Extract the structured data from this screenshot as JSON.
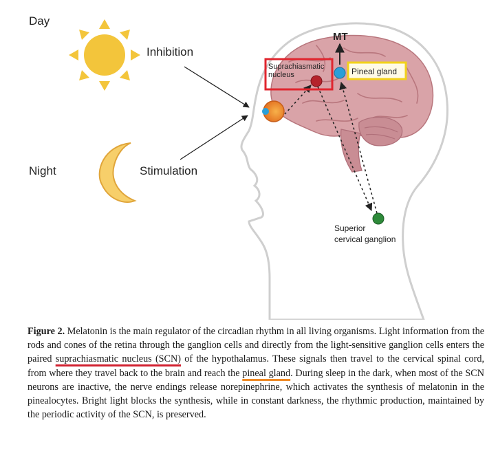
{
  "figure": {
    "day_label": "Day",
    "night_label": "Night",
    "inhibition_label": "Inhibition",
    "stimulation_label": "Stimulation",
    "mt_label": "MT",
    "scn_label_line1": "Suprachiasmatic",
    "scn_label_line2": "nucleus",
    "pineal_label": "Pineal gland",
    "sgc_label_line1": "Superior",
    "sgc_label_line2": "cervical ganglion",
    "colors": {
      "sun": "#f3c53b",
      "moon": "#f7cf6a",
      "brain": "#d9a3a8",
      "scn_dot": "#b5232c",
      "pineal_dot": "#2a9fd8",
      "ganglion_dot": "#2e8a3a",
      "scn_box": "#e0262f",
      "pineal_box": "#f2d21a"
    }
  },
  "caption": {
    "figure_label": "Figure 2.",
    "part1": " Melatonin is the main regulator of the circadian rhythm in all living organisms. Light information from the rods and cones of the retina through the ganglion cells and directly from the light-sensitive ganglion cells enters the paired ",
    "scn_term": "suprachiasmatic nucleus (SCN)",
    "part2": " of the hypothalamus. These signals then travel to the cervical spinal cord, from where they travel back to the brain and reach the ",
    "pineal_term": "pineal gland",
    "part3": ". During sleep in the dark, when most of the SCN neurons are inactive, the nerve endings release norepinephrine, which activates the synthesis of melatonin in the pinealocytes. Bright light blocks the synthesis, while in constant darkness, the rhythmic production, maintained by the periodic activity of the SCN, is preserved."
  }
}
